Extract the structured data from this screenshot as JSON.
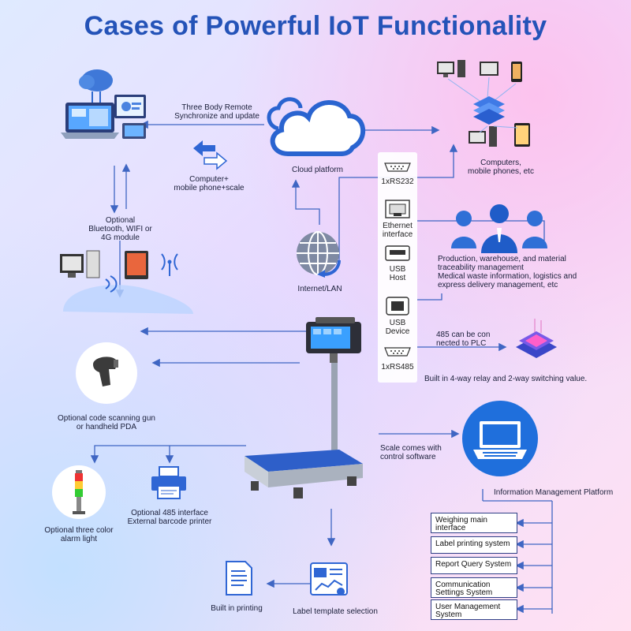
{
  "title": "Cases of Powerful IoT Functionality",
  "cloud": {
    "sync_line1": "Three Body Remote",
    "sync_line2": "Synchronize and update",
    "label": "Cloud platform",
    "swap_line1": "Computer+",
    "swap_line2": "mobile phone+scale"
  },
  "computers": {
    "line1": "Computers,",
    "line2": "mobile phones, etc"
  },
  "interfaces": {
    "rs232": "1xRS232",
    "ethernet_line1": "Ethernet",
    "ethernet_line2": "interface",
    "usb_host_line1": "USB",
    "usb_host_line2": "Host",
    "usb_device_line1": "USB",
    "usb_device_line2": "Device",
    "rs485": "1xRS485"
  },
  "wireless": {
    "line1": "Optional",
    "line2": "Bluetooth, WIFI or",
    "line3": "4G module"
  },
  "internet": "Internet/LAN",
  "traceability": {
    "line1": "Production, warehouse, and material",
    "line2": "traceability management",
    "line3": "Medical waste information, logistics and",
    "line4": "express delivery management, etc"
  },
  "plc": {
    "line1": "485 can be con",
    "line2": "nected to PLC",
    "relay": "Built in 4-way relay and 2-way switching value."
  },
  "scanner": {
    "line1": "Optional code scanning gun",
    "line2": "or handheld PDA"
  },
  "control": {
    "line1": "Scale comes with",
    "line2": "control software"
  },
  "imp": {
    "title": "Information Management Platform",
    "systems": [
      "Weighing main interface",
      "Label printing system",
      "Report Query System",
      "Communication Settings System",
      "User Management System"
    ]
  },
  "alarm": {
    "line1": "Optional three color",
    "line2": "alarm light"
  },
  "printer": {
    "line1": "Optional 485 interface",
    "line2": "External barcode printer"
  },
  "builtin_print": "Built in printing",
  "label_template": "Label template selection",
  "colors": {
    "title": "#2453b8",
    "arrow": "#3f66c3",
    "accent_blue": "#1f6fdc"
  }
}
